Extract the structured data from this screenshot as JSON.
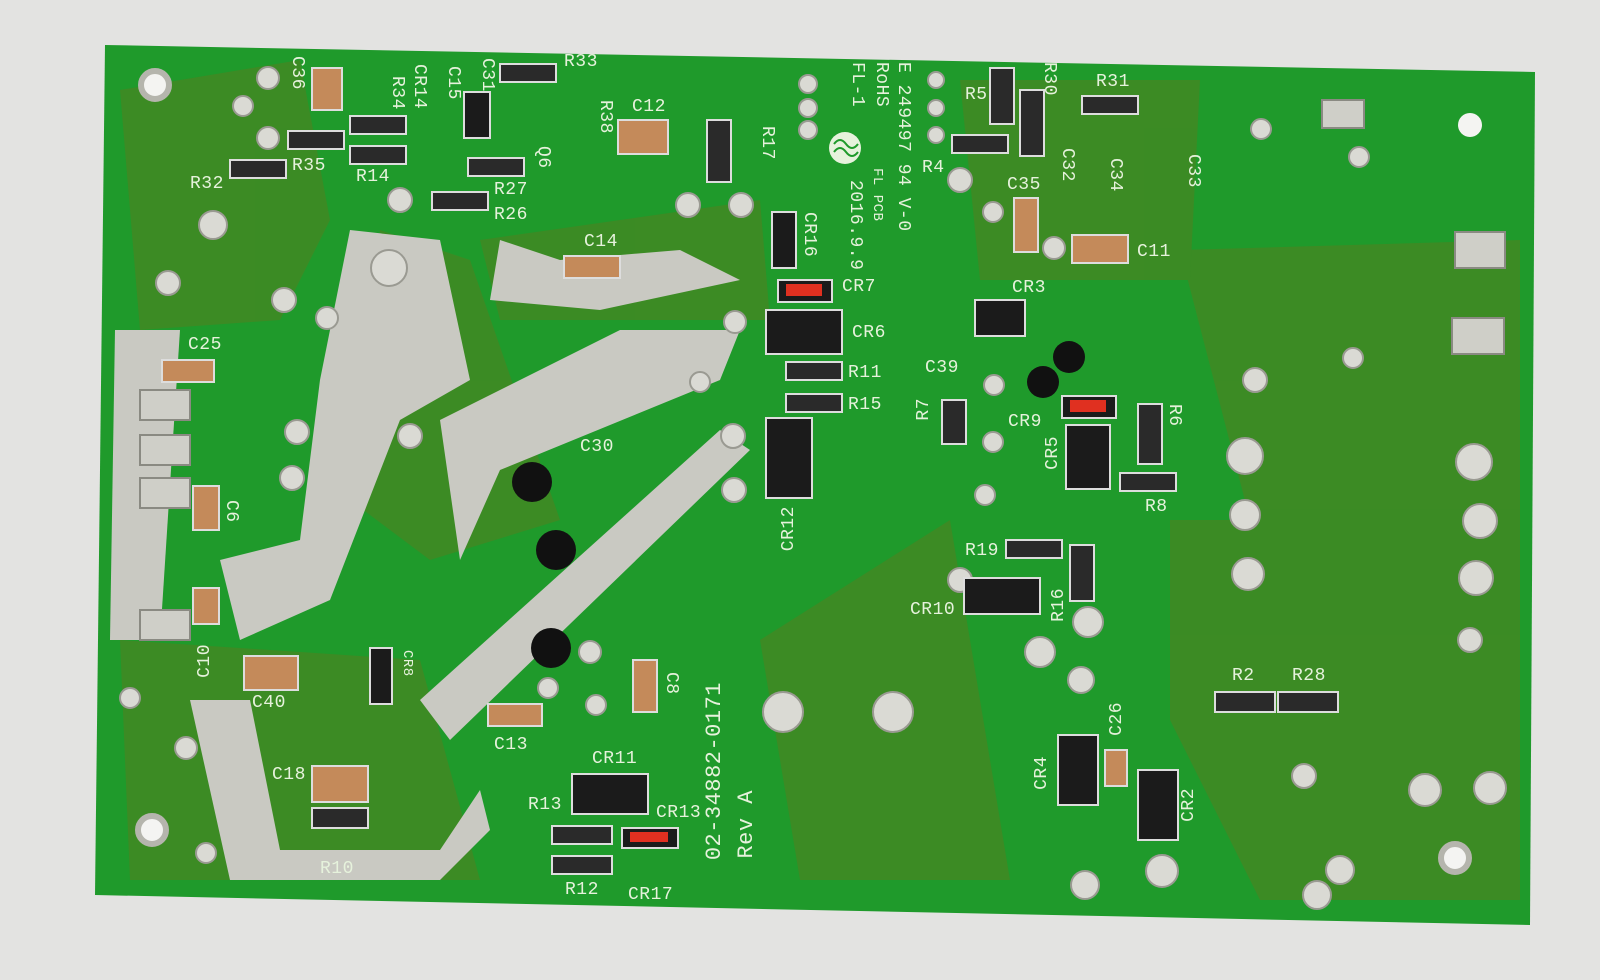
{
  "colors": {
    "board": "#1f9a2b",
    "trace": "#3a7f1f",
    "copper": "#c9c9c2",
    "silkscreen": "#e6f2dc",
    "background": "#e3e3e1"
  },
  "board": {
    "part_number": "02-34882-0171",
    "revision": "Rev A",
    "date_code": "2016.9.9",
    "maker_mark": "FL-1",
    "rohs": "RoHS",
    "ul_file": "E 249497 94 V-0",
    "logo_text": "FL PCB"
  },
  "labels": {
    "C36": "C36",
    "R34": "R34",
    "CR14": "CR14",
    "C15": "C15",
    "C31": "C31",
    "R33": "R33",
    "R38": "R38",
    "Q6": "Q6",
    "C12": "C12",
    "R17": "R17",
    "R35": "R35",
    "R14": "R14",
    "R32": "R32",
    "R27": "R27",
    "R26": "R26",
    "C14": "C14",
    "CR16": "CR16",
    "CR7": "CR7",
    "CR6": "CR6",
    "R11": "R11",
    "R15": "R15",
    "CR12": "CR12",
    "C25": "C25",
    "C30": "C30",
    "C6": "C6",
    "C10": "C10",
    "C40": "C40",
    "CR8": "CR8",
    "C8": "C8",
    "C13": "C13",
    "C18": "C18",
    "CR11": "CR11",
    "R13": "R13",
    "CR13": "CR13",
    "R12": "R12",
    "CR17": "CR17",
    "R10": "R10",
    "R5": "R5",
    "R30": "R30",
    "R31": "R31",
    "R4": "R4",
    "C35": "C35",
    "C32": "C32",
    "C34": "C34",
    "C33": "C33",
    "C11": "C11",
    "CR3": "CR3",
    "C39": "C39",
    "R7": "R7",
    "CR9": "CR9",
    "R6": "R6",
    "CR5": "CR5",
    "R8": "R8",
    "R19": "R19",
    "R16": "R16",
    "CR10": "CR10",
    "C26": "C26",
    "CR4": "CR4",
    "CR2": "CR2",
    "R2": "R2",
    "R28": "R28"
  }
}
